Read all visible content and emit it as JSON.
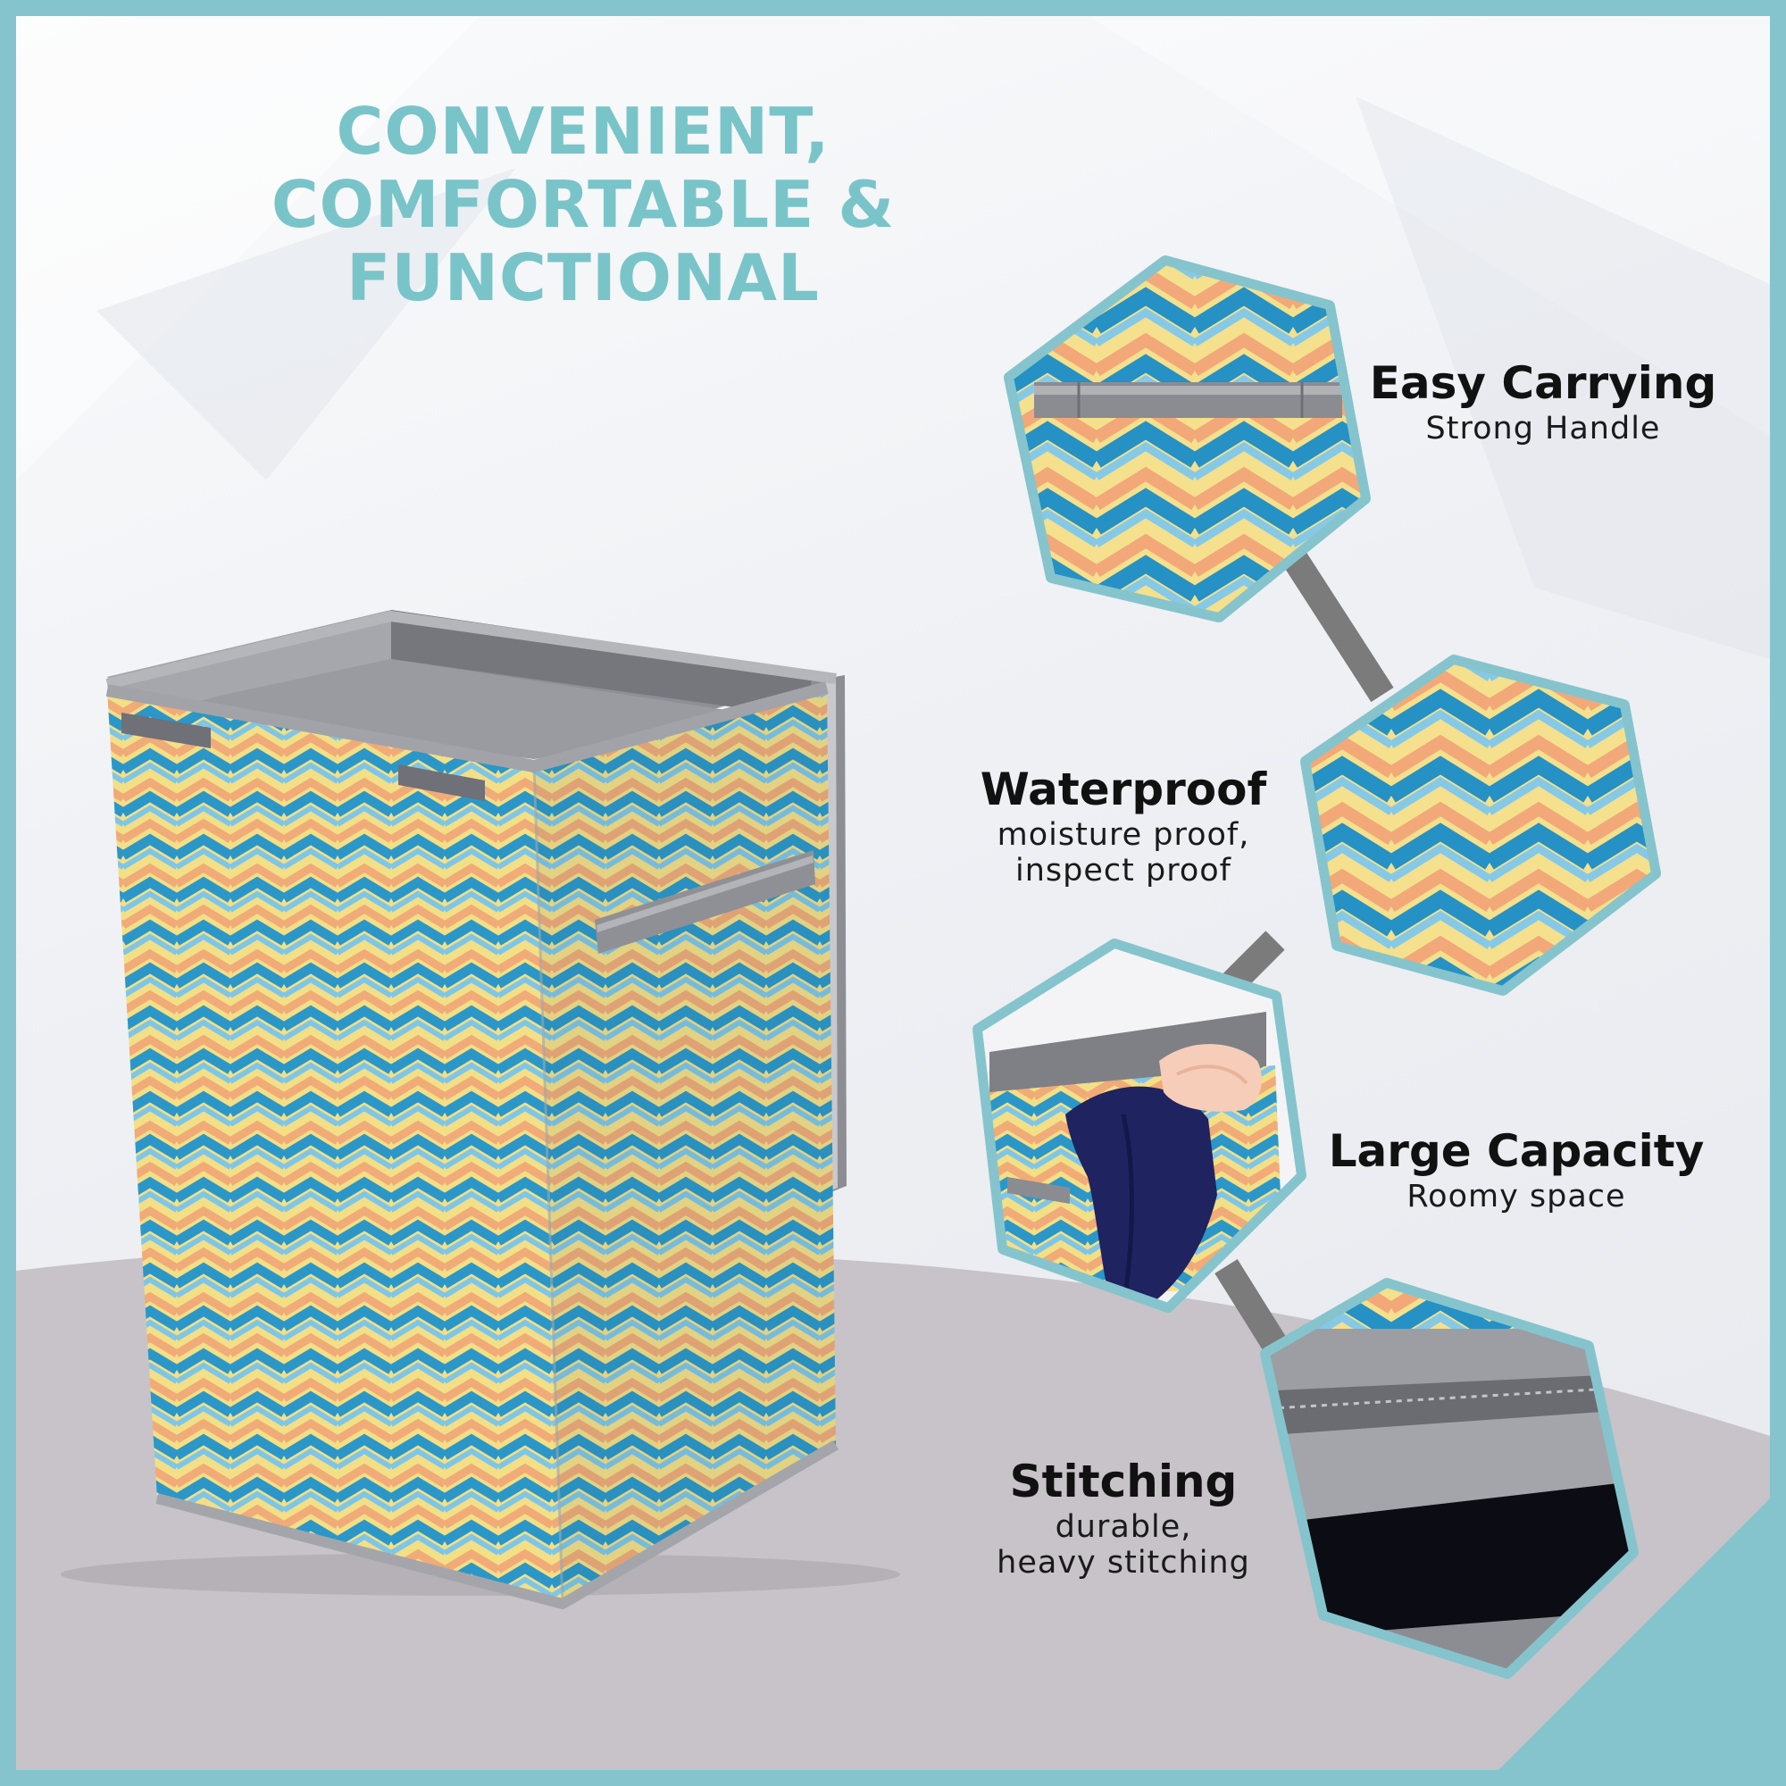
{
  "headline": {
    "line1": "CONVENIENT,",
    "line2": "COMFORTABLE & FUNCTIONAL"
  },
  "features": [
    {
      "title": "Easy Carrying",
      "subtitle": [
        "Strong Handle"
      ]
    },
    {
      "title": "Waterproof",
      "subtitle": [
        "moisture proof,",
        "inspect proof"
      ]
    },
    {
      "title": "Large Capacity",
      "subtitle": [
        "Roomy space"
      ]
    },
    {
      "title": "Stitching",
      "subtitle": [
        "durable,",
        "heavy stitching"
      ]
    }
  ],
  "colors": {
    "frame": "#85c4cd",
    "accent": "#79c4c9",
    "floor": "#c7c3c8",
    "connector": "#7d7d7d",
    "pattern_blue": "#2b97c8",
    "pattern_yellow": "#f2d978",
    "pattern_orange": "#f0ab78"
  }
}
